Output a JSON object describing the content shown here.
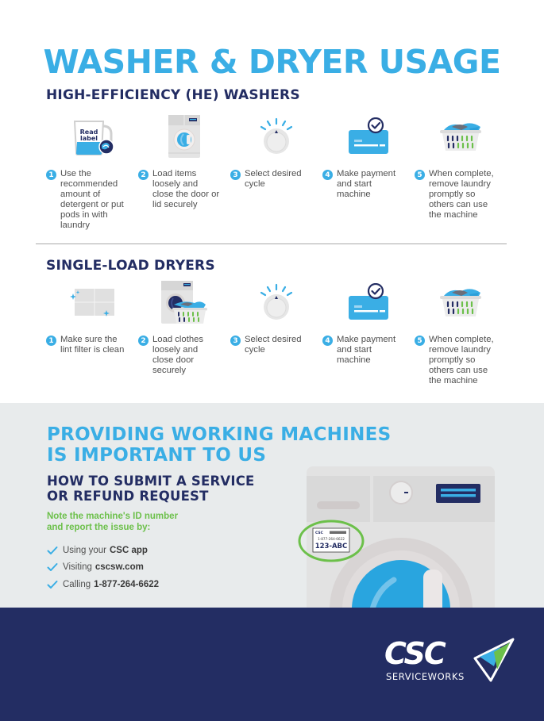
{
  "title": "WASHER & DRYER USAGE",
  "colors": {
    "accent_blue": "#3aaee5",
    "navy": "#232d63",
    "green": "#6cc04a",
    "gray_bg": "#e8ebec"
  },
  "washers": {
    "heading": "HIGH-EFFICIENCY (HE) WASHERS",
    "steps": [
      {
        "num": "1",
        "icon": "detergent-cup-icon",
        "icon_text_line1": "Read",
        "icon_text_line2": "label",
        "text": "Use the recommended amount of detergent or put pods in with laundry"
      },
      {
        "num": "2",
        "icon": "washer-icon",
        "text": "Load items loosely and close the door or lid securely"
      },
      {
        "num": "3",
        "icon": "cycle-dial-icon",
        "text": "Select desired cycle"
      },
      {
        "num": "4",
        "icon": "payment-card-icon",
        "text": "Make payment and start machine"
      },
      {
        "num": "5",
        "icon": "laundry-basket-icon",
        "text": "When complete, remove laundry promptly so others can use the machine"
      }
    ]
  },
  "dryers": {
    "heading": "SINGLE-LOAD DRYERS",
    "steps": [
      {
        "num": "1",
        "icon": "lint-filter-icon",
        "text": "Make sure the lint filter is clean"
      },
      {
        "num": "2",
        "icon": "dryer-with-basket-icon",
        "text": "Load clothes loosely and close door securely"
      },
      {
        "num": "3",
        "icon": "cycle-dial-icon",
        "text": "Select desired cycle"
      },
      {
        "num": "4",
        "icon": "payment-card-icon",
        "text": "Make payment and start machine"
      },
      {
        "num": "5",
        "icon": "laundry-basket-icon",
        "text": "When complete, remove laundry promptly so others can use the machine"
      }
    ]
  },
  "service": {
    "title_line1": "PROVIDING WORKING MACHINES",
    "title_line2": "IS IMPORTANT TO US",
    "subtitle_line1": "HOW TO SUBMIT A SERVICE",
    "subtitle_line2": "OR REFUND REQUEST",
    "note_line1": "Note the machine's ID number",
    "note_line2": "and report the issue by:",
    "methods": [
      {
        "prefix": "Using your",
        "bold": "CSC app"
      },
      {
        "prefix": "Visiting",
        "bold": "cscsw.com"
      },
      {
        "prefix": "Calling",
        "bold": "1-877-264-6622"
      }
    ],
    "machine_label": {
      "brand": "CSC",
      "phone": "1-877-264-6622",
      "id": "123-ABC"
    }
  },
  "footer": {
    "logo_main": "CSC",
    "logo_sub": "SERVICEWORKS"
  }
}
